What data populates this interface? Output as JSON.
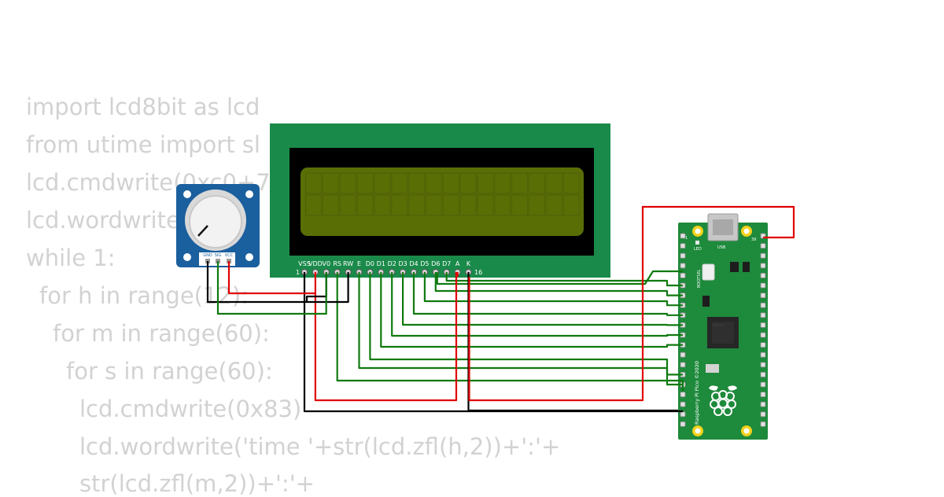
{
  "code_lines": [
    "import lcd8bit as lcd",
    "from utime import sl",
    "lcd.cmdwrite(0xc0+7",
    "lcd.wordwrite",
    "while 1:",
    "  for h in range(12):",
    "    for m in range(60):",
    "      for s in range(60):",
    "        lcd.cmdwrite(0x83)",
    "        lcd.wordwrite('time '+str(lcd.zfl(h,2))+':'+",
    "                      str(lcd.zfl(m,2))+':'+"
  ],
  "lcd": {
    "pin_labels": [
      "VSS",
      "VDD",
      "V0",
      "RS",
      "RW",
      "E",
      "D0",
      "D1",
      "D2",
      "D3",
      "D4",
      "D5",
      "D6",
      "D7",
      "A",
      "K"
    ],
    "pin_first": "1",
    "pin_last": "16",
    "colors": {
      "board": "#1a8a4a",
      "bezel": "#000000",
      "screen": "#5a6e06"
    }
  },
  "pot": {
    "pin_labels": [
      "GND",
      "SIG",
      "VCC"
    ],
    "colors": {
      "board": "#1a5f9e"
    }
  },
  "pico": {
    "silkscreen": "Raspberry Pi Pico ©2020",
    "usb_label": "USB",
    "led_label": "LED",
    "bootsel_label": "BOOTSEL",
    "pin1_label": "1",
    "pin39_label": "39",
    "logo": "raspberry-logo",
    "colors": {
      "board": "#1e8a3c"
    }
  },
  "wire_colors": {
    "gnd": "#000000",
    "power": "#e00000",
    "signal": "#0f7a0f"
  }
}
